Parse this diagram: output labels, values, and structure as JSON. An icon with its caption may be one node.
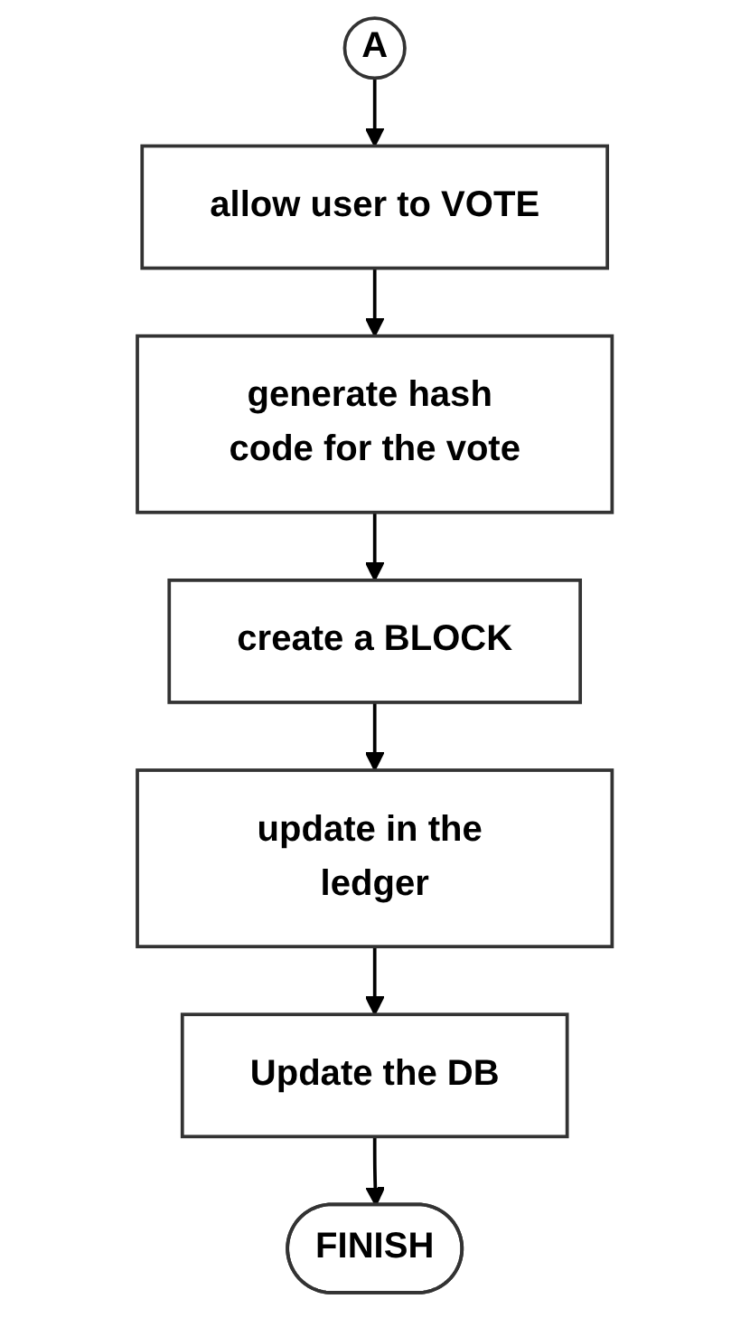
{
  "diagram": {
    "nodes": [
      {
        "text": [
          "A"
        ]
      },
      {
        "text": [
          "allow user to VOTE"
        ]
      },
      {
        "text": [
          "generate hash code for the vote"
        ]
      },
      {
        "text": [
          "create a BLOCK"
        ]
      },
      {
        "text": [
          "update in the ledger"
        ]
      },
      {
        "text": [
          "Update the DB"
        ]
      },
      {
        "text": [
          "FINISH"
        ]
      }
    ],
    "edges": [
      {
        "from": 0,
        "to": 1,
        "arrow": "to"
      },
      {
        "from": 1,
        "to": 2,
        "arrow": "to"
      },
      {
        "from": 2,
        "to": 3,
        "arrow": "to"
      },
      {
        "from": 3,
        "to": 4,
        "arrow": "to"
      },
      {
        "from": 4,
        "to": 5,
        "arrow": "to"
      },
      {
        "from": 5,
        "to": 6,
        "arrow": "to"
      }
    ]
  }
}
